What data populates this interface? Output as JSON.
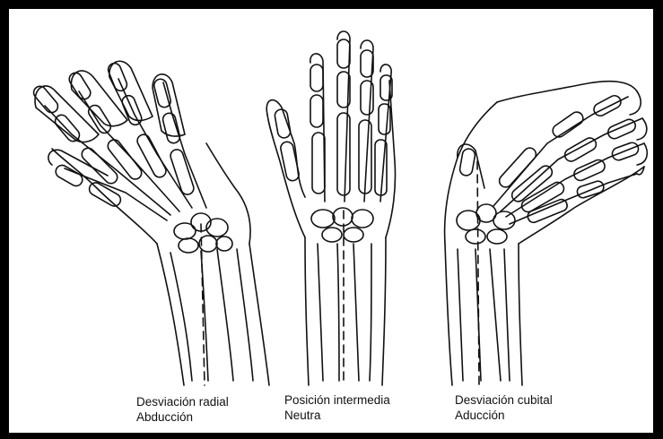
{
  "colors": {
    "frame": "#000000",
    "background": "#ffffff",
    "ink": "#111111"
  },
  "figures": [
    {
      "caption_line1": "Desviación radial",
      "caption_line2": "Abducción"
    },
    {
      "caption_line1": "Posición intermedia",
      "caption_line2": "Neutra"
    },
    {
      "caption_line1": "Desviación cubital",
      "caption_line2": "Aducción"
    }
  ]
}
